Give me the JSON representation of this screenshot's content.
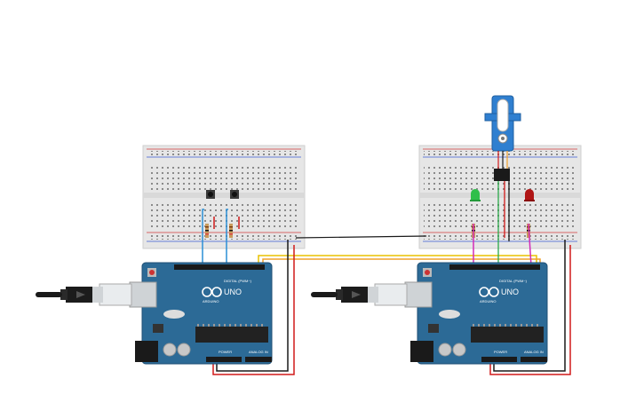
{
  "colors": {
    "board": "#2c6a96",
    "board_edge": "#1f4f74",
    "breadboard": "#e9e9e9",
    "rail_red": "#d33a3a",
    "rail_blue": "#3a5ad3",
    "wire_black": "#1a1a1a",
    "wire_red": "#d11a1a",
    "wire_blue": "#2b8fd6",
    "wire_yellow": "#e8c200",
    "wire_orange": "#f0a02a",
    "wire_pink": "#d32cb8",
    "wire_green": "#2aa84a",
    "servo": "#2f7fd0"
  },
  "left_arduino": {
    "logo_text": "UNO",
    "brand_text": "ARDUINO",
    "digital_label": "DIGITAL (PWM~)",
    "power_label": "POWER",
    "analog_label": "ANALOG IN"
  },
  "right_arduino": {
    "logo_text": "UNO",
    "brand_text": "ARDUINO",
    "digital_label": "DIGITAL (PWM~)",
    "power_label": "POWER",
    "analog_label": "ANALOG IN"
  },
  "components": {
    "left_breadboard": "breadboard",
    "right_breadboard": "breadboard",
    "pushbuttons": 2,
    "leds": [
      "green",
      "red"
    ],
    "servo": "micro servo"
  }
}
